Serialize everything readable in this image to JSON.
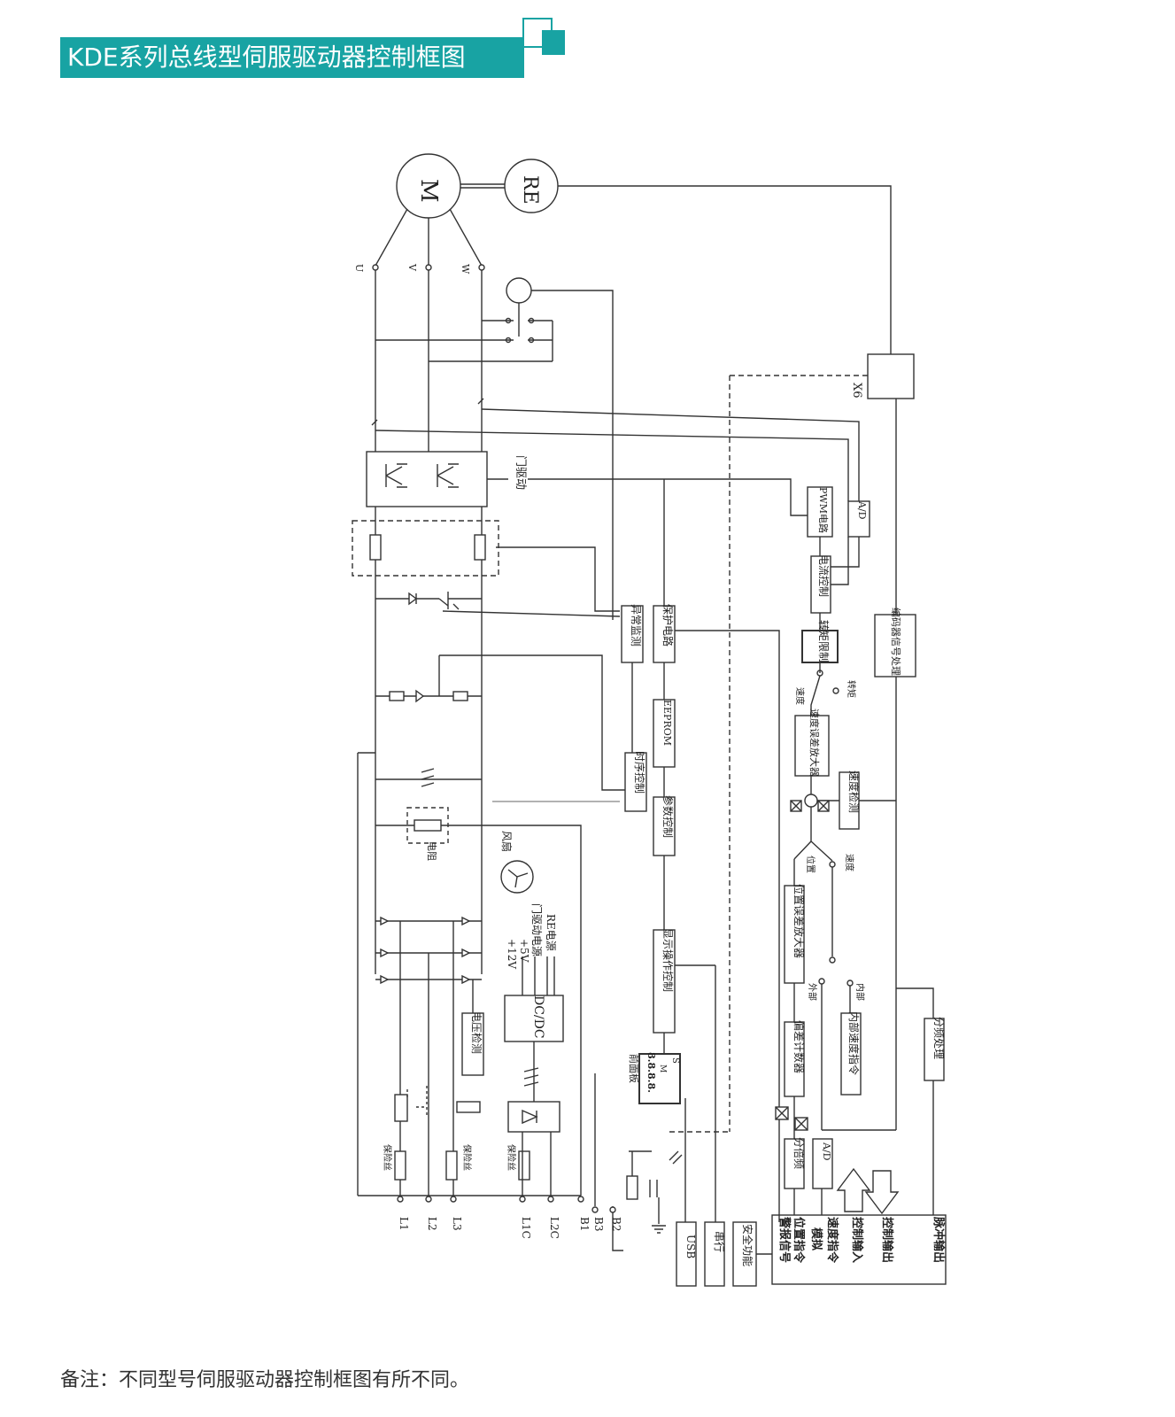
{
  "header": {
    "title": "KDE系列总线型伺服驱动器控制框图"
  },
  "diagram": {
    "motor": "M",
    "encoder": "RE",
    "phases": {
      "u": "U",
      "v": "V",
      "w": "W"
    },
    "blocks": {
      "gate_drive": "门驱动",
      "pwm": "PWM电路",
      "ad_current": "A/D",
      "current_ctrl": "电流控制",
      "torque_limit": "转矩限制",
      "fault_detect": "异常监测",
      "protect": "保护电路",
      "eeprom": "EEPROM",
      "sequence": "时序控制",
      "param": "参数控制",
      "display_ctrl": "显示操作控制",
      "speed_amp": "速度误差放大器",
      "speed_detect": "速度检测",
      "pos_amp": "位置误差放大器",
      "deviation_counter": "偏差计数器",
      "internal_speed": "内部速度指令",
      "divider": "分频处理",
      "multiplier": "分倍频",
      "ad_input": "A/D",
      "encoder_proc": "编码器信号处理",
      "x6": "X6",
      "dcdc": "DC/DC",
      "voltage_detect": "电压检测",
      "front_panel": "前面板",
      "panel_digits": "8.8.8.8.",
      "panel_m": "M",
      "panel_s": "S",
      "usb": "USB",
      "serial": "串行",
      "safety": "安全功能",
      "fan": "风扇",
      "resistor": "电阻"
    },
    "labels": {
      "speed1": "速度",
      "torque": "转矩",
      "position": "位置",
      "speed2": "速度",
      "external": "外部",
      "internal": "内部",
      "fuse1": "保险丝",
      "fuse2": "保险丝",
      "fuse3": "保险丝"
    },
    "power_outputs": [
      "+12V",
      "+5V",
      "门驱动电源",
      "RE电源"
    ],
    "terminals": [
      "L1",
      "L2",
      "L3",
      "L1C",
      "L2C",
      "B1",
      "B3",
      "B2"
    ],
    "io": {
      "alarm": "警报信号",
      "pos_cmd": "位置指令",
      "analog": "模拟",
      "speed_cmd": "速度指令",
      "ctrl_in": "控制输入",
      "ctrl_out": "控制输出",
      "pulse_out": "脉冲输出"
    }
  },
  "footer": {
    "note": "备注：不同型号伺服驱动器控制框图有所不同。"
  }
}
